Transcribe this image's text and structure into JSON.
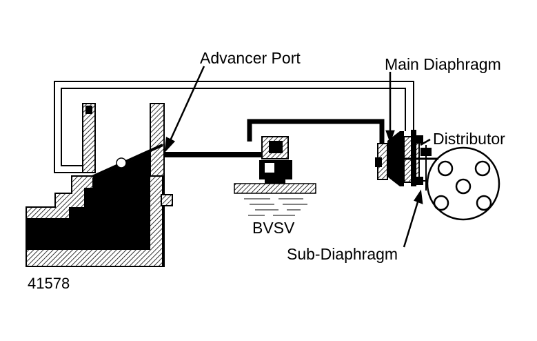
{
  "labels": {
    "advancer_port": "Advancer Port",
    "main_diaphragm": "Main Diaphragm",
    "distributor": "Distributor",
    "bvsv": "BVSV",
    "sub_diaphragm": "Sub-Diaphragm"
  },
  "figure_number": "41578",
  "colors": {
    "ink": "#000000",
    "paper": "#ffffff"
  }
}
